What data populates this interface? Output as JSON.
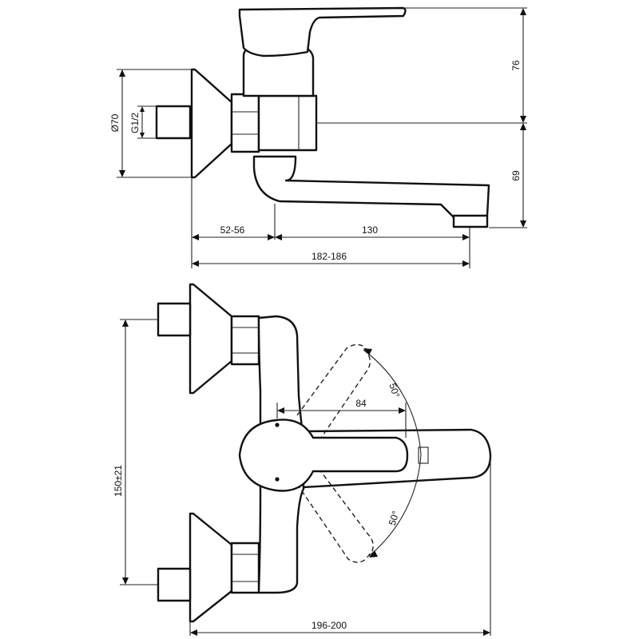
{
  "side_view": {
    "dims": {
      "d_outer": "Ø70",
      "thread": "G1/2",
      "height_top": "76",
      "height_bottom": "69",
      "wall_offset": "52-56",
      "spout_reach": "130",
      "total_depth": "182-186"
    }
  },
  "top_view": {
    "dims": {
      "handle": "84",
      "angle_top": "50°",
      "angle_bottom": "50°",
      "centers": "150±21",
      "total_width": "196-200"
    }
  }
}
